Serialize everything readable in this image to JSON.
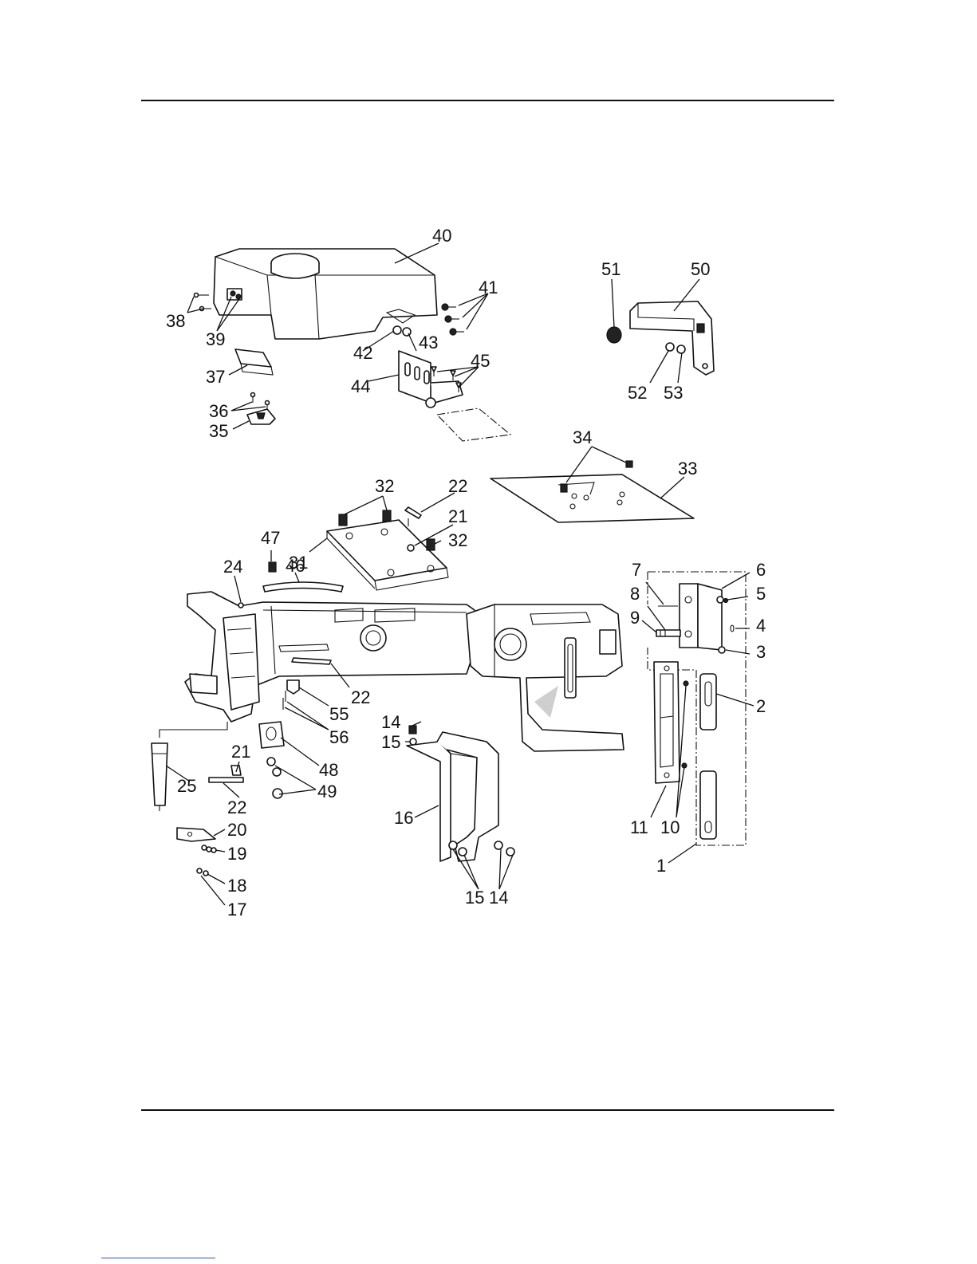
{
  "callouts": [
    {
      "id": "c40",
      "label": "40"
    },
    {
      "id": "c51",
      "label": "51"
    },
    {
      "id": "c50",
      "label": "50"
    },
    {
      "id": "c41",
      "label": "41"
    },
    {
      "id": "c38",
      "label": "38"
    },
    {
      "id": "c39",
      "label": "39"
    },
    {
      "id": "c42",
      "label": "42"
    },
    {
      "id": "c43",
      "label": "43"
    },
    {
      "id": "c45",
      "label": "45"
    },
    {
      "id": "c37",
      "label": "37"
    },
    {
      "id": "c44",
      "label": "44"
    },
    {
      "id": "c52",
      "label": "52"
    },
    {
      "id": "c53",
      "label": "53"
    },
    {
      "id": "c36",
      "label": "36"
    },
    {
      "id": "c35",
      "label": "35"
    },
    {
      "id": "c34",
      "label": "34"
    },
    {
      "id": "c33",
      "label": "33"
    },
    {
      "id": "c32a",
      "label": "32"
    },
    {
      "id": "c22a",
      "label": "22"
    },
    {
      "id": "c21a",
      "label": "21"
    },
    {
      "id": "c32b",
      "label": "32"
    },
    {
      "id": "c47",
      "label": "47"
    },
    {
      "id": "c31",
      "label": "31"
    },
    {
      "id": "c46",
      "label": "46"
    },
    {
      "id": "c24",
      "label": "24"
    },
    {
      "id": "c7",
      "label": "7"
    },
    {
      "id": "c6",
      "label": "6"
    },
    {
      "id": "c5",
      "label": "5"
    },
    {
      "id": "c8",
      "label": "8"
    },
    {
      "id": "c9",
      "label": "9"
    },
    {
      "id": "c4",
      "label": "4"
    },
    {
      "id": "c3",
      "label": "3"
    },
    {
      "id": "c22b",
      "label": "22"
    },
    {
      "id": "c55",
      "label": "55"
    },
    {
      "id": "c2",
      "label": "2"
    },
    {
      "id": "c56",
      "label": "56"
    },
    {
      "id": "c14a",
      "label": "14"
    },
    {
      "id": "c15a",
      "label": "15"
    },
    {
      "id": "c21b",
      "label": "21"
    },
    {
      "id": "c48",
      "label": "48"
    },
    {
      "id": "c25",
      "label": "25"
    },
    {
      "id": "c22c",
      "label": "22"
    },
    {
      "id": "c49",
      "label": "49"
    },
    {
      "id": "c16",
      "label": "16"
    },
    {
      "id": "c11",
      "label": "11"
    },
    {
      "id": "c10",
      "label": "10"
    },
    {
      "id": "c20",
      "label": "20"
    },
    {
      "id": "c19",
      "label": "19"
    },
    {
      "id": "c1",
      "label": "1"
    },
    {
      "id": "c18",
      "label": "18"
    },
    {
      "id": "c15b",
      "label": "15"
    },
    {
      "id": "c14b",
      "label": "14"
    },
    {
      "id": "c17",
      "label": "17"
    }
  ]
}
